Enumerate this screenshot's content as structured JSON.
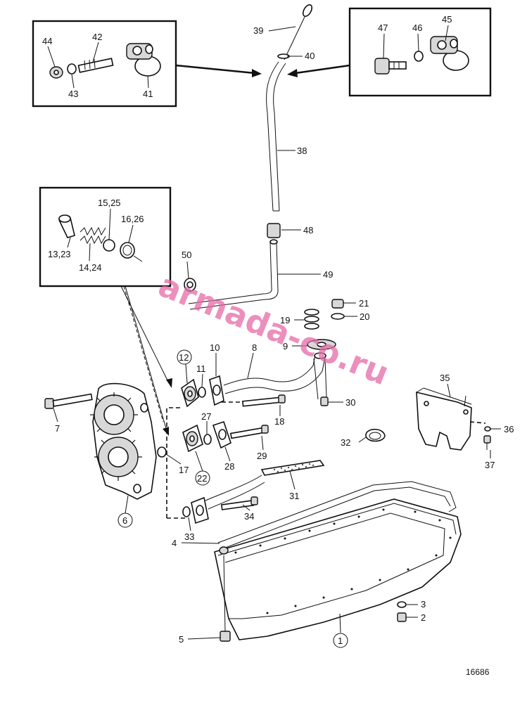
{
  "labels": {
    "l1": "1",
    "l2": "2",
    "l3": "3",
    "l4": "4",
    "l5": "5",
    "l6": "6",
    "l7": "7",
    "l8": "8",
    "l9": "9",
    "l10": "10",
    "l11": "11",
    "l12": "12",
    "l13": "13,23",
    "l14": "14,24",
    "l15": "15,25",
    "l16": "16,26",
    "l17": "17",
    "l18": "18",
    "l19": "19",
    "l20": "20",
    "l21": "21",
    "l22": "22",
    "l27": "27",
    "l28": "28",
    "l29": "29",
    "l30": "30",
    "l31": "31",
    "l32": "32",
    "l33": "33",
    "l34": "34",
    "l35": "35",
    "l36": "36",
    "l37": "37",
    "l38": "38",
    "l39": "39",
    "l40": "40",
    "l41": "41",
    "l42": "42",
    "l43": "43",
    "l44": "44",
    "l45": "45",
    "l46": "46",
    "l47": "47",
    "l48": "48",
    "l49": "49",
    "l50": "50"
  },
  "watermark": "armada-co.ru",
  "drawing_number": "16686"
}
